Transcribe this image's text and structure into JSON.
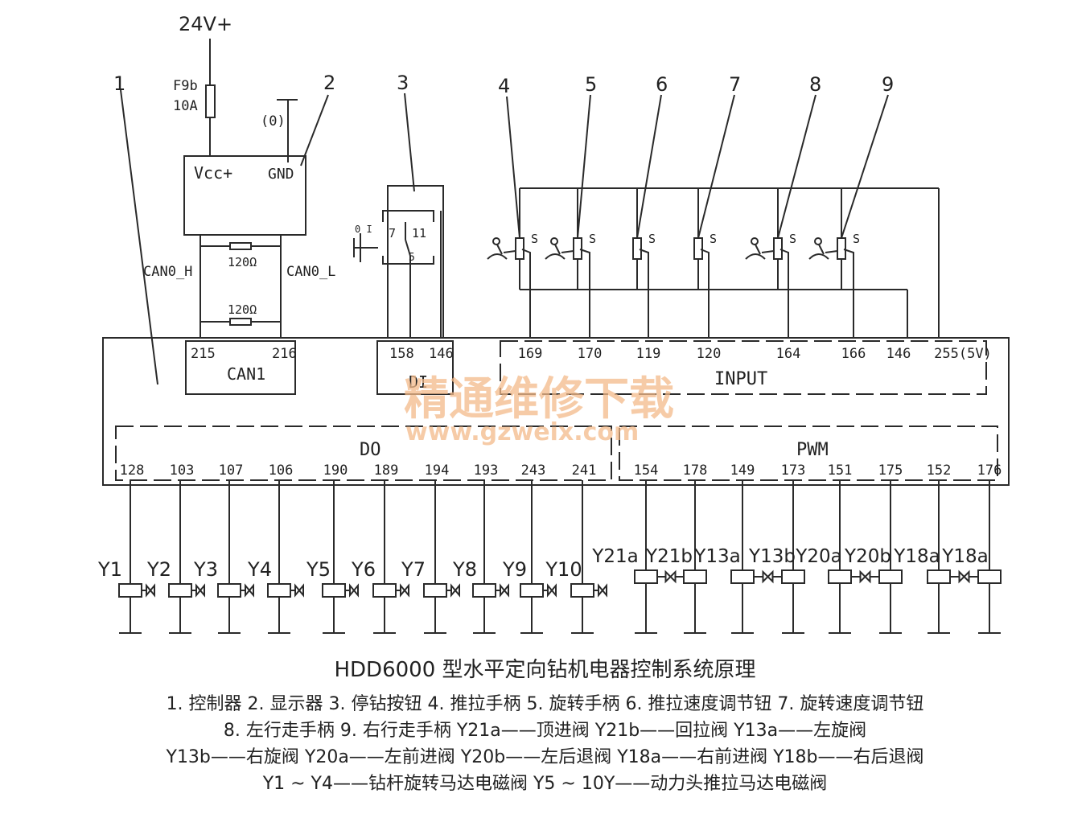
{
  "power": {
    "supply": "24V+",
    "fuse_name": "F9b",
    "fuse_rating": "10A",
    "ground_mark": "(0)"
  },
  "display": {
    "vcc": "Vcc+",
    "gnd": "GND"
  },
  "bus": {
    "can_h": "CAN0_H",
    "can_l": "CAN0_L",
    "terminator_top": "120Ω",
    "terminator_bottom": "120Ω"
  },
  "callouts": [
    "1",
    "2",
    "3",
    "4",
    "5",
    "6",
    "7",
    "8",
    "9"
  ],
  "button": {
    "pin_a": "7",
    "pin_b": "11",
    "pin_c": "5",
    "contact": "0 I"
  },
  "controller": {
    "can_block": {
      "name": "CAN1",
      "pins": [
        "215",
        "216"
      ]
    },
    "di_block": {
      "name": "DI",
      "pins": [
        "158",
        "146"
      ]
    },
    "input_block": {
      "name": "INPUT",
      "pins": [
        "169",
        "170",
        "119",
        "120",
        "164",
        "166",
        "146",
        "255(5V)"
      ],
      "sensor_mark": "S"
    },
    "do_block": {
      "name": "DO",
      "pins": [
        "128",
        "103",
        "107",
        "106",
        "190",
        "189",
        "194",
        "193",
        "243",
        "241"
      ]
    },
    "pwm_block": {
      "name": "PWM",
      "pins": [
        "154",
        "178",
        "149",
        "173",
        "151",
        "175",
        "152",
        "176"
      ]
    }
  },
  "valves": {
    "do_valves": [
      "Y1",
      "Y2",
      "Y3",
      "Y4",
      "Y5",
      "Y6",
      "Y7",
      "Y8",
      "Y9",
      "Y10"
    ],
    "pwm_valves": [
      "Y21a",
      "Y21b",
      "Y13a",
      "Y13b",
      "Y20a",
      "Y20b",
      "Y18a",
      "Y18a"
    ]
  },
  "watermark": {
    "cn": "精通维修下载",
    "url": "www.gzweix.com"
  },
  "caption": {
    "title": "HDD6000 型水平定向钻机电器控制系统原理",
    "line1": "1. 控制器  2. 显示器   3. 停钻按钮  4. 推拉手柄  5. 旋转手柄   6. 推拉速度调节钮  7. 旋转速度调节钮",
    "line2": "8. 左行走手柄  9. 右行走手柄    Y21a——顶进阀    Y21b——回拉阀   Y13a——左旋阀",
    "line3": "Y13b——右旋阀    Y20a——左前进阀   Y20b——左后退阀   Y18a——右前进阀   Y18b——右后退阀",
    "line4": "Y1 ~ Y4——钻杆旋转马达电磁阀   Y5 ~ 10Y——动力头推拉马达电磁阀"
  },
  "colors": {
    "line": "#2a2a2a",
    "watermark": "#f3b98a"
  }
}
